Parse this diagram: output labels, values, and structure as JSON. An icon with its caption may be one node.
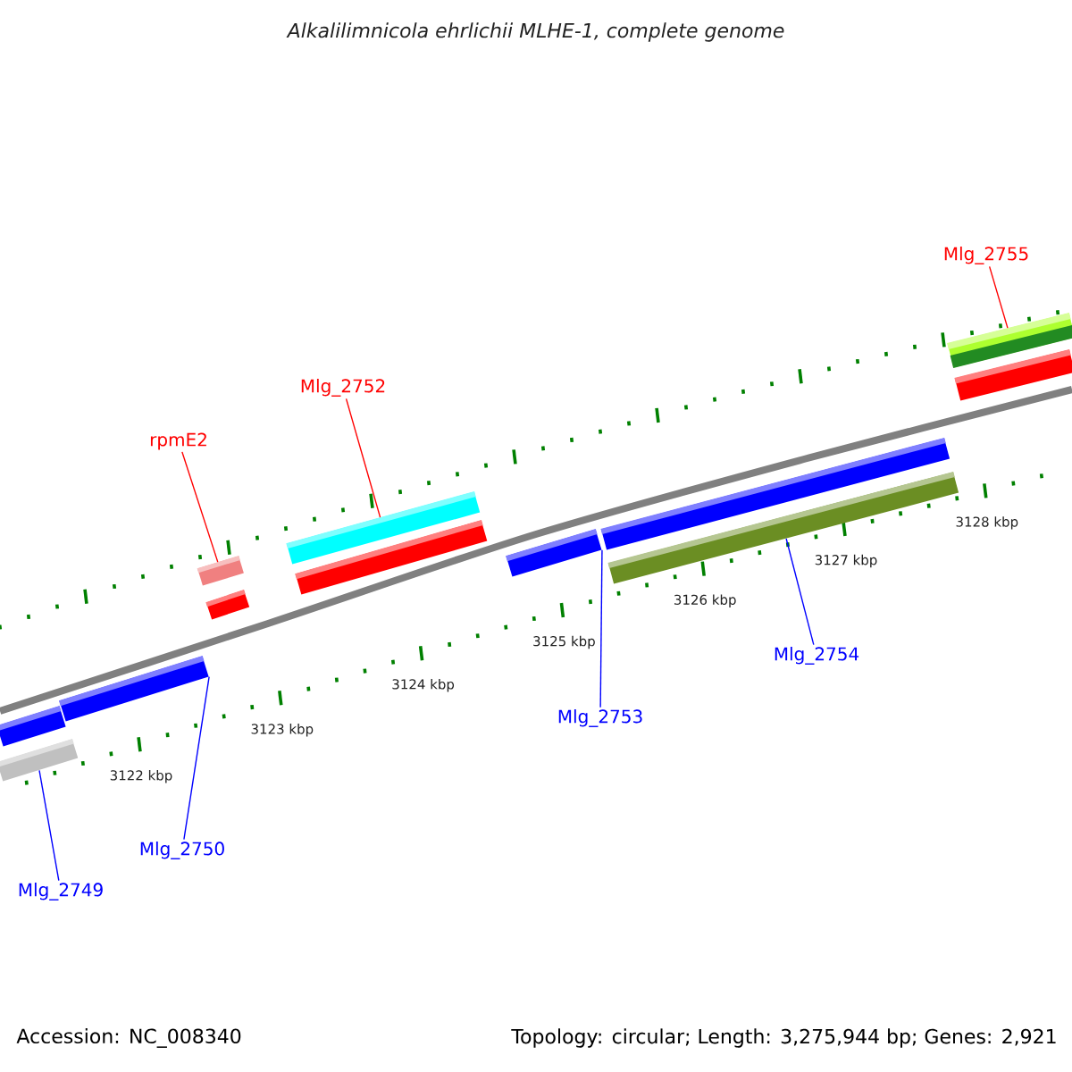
{
  "diagram": {
    "title": "Alkalilimnicola ehrlichii MLHE-1, complete genome",
    "nodes": [
      {
        "text": [],
        "shape": "bar"
      },
      {
        "text": [],
        "shape": "bar"
      },
      {
        "text": [],
        "shape": "bar"
      },
      {
        "text": [],
        "shape": "bar"
      },
      {
        "text": [],
        "shape": "bar"
      },
      {
        "text": [],
        "shape": "bar"
      },
      {
        "text": [],
        "shape": "bar"
      },
      {
        "text": [],
        "shape": "bar"
      },
      {
        "text": [],
        "shape": "bar"
      },
      {
        "text": [],
        "shape": "bar"
      },
      {
        "text": [],
        "shape": "bar"
      },
      {
        "text": [],
        "shape": "bar"
      },
      {
        "text": [
          "Mlg_2755"
        ]
      },
      {
        "text": [
          "Mlg_2752"
        ]
      },
      {
        "text": [
          "rpmE2"
        ]
      },
      {
        "text": [
          "Mlg_2754"
        ]
      },
      {
        "text": [
          "Mlg_2753"
        ]
      },
      {
        "text": [
          "Mlg_2750"
        ]
      },
      {
        "text": [
          "Mlg_2749"
        ]
      }
    ],
    "edges": [
      {
        "from": 12,
        "to": 10,
        "arrow": "none",
        "color": "#ff0000"
      },
      {
        "from": 13,
        "to": 5,
        "arrow": "none",
        "color": "#ff0000"
      },
      {
        "from": 14,
        "to": 3,
        "arrow": "none",
        "color": "#ff0000"
      },
      {
        "from": 15,
        "to": 9,
        "arrow": "none"
      },
      {
        "from": 16,
        "to": 7,
        "arrow": "none"
      },
      {
        "from": 17,
        "to": 2,
        "arrow": "none"
      },
      {
        "from": 18,
        "to": 0,
        "arrow": "none"
      }
    ],
    "labels": [
      "3122 kbp",
      "3123 kbp",
      "3124 kbp",
      "3125 kbp",
      "3126 kbp",
      "3127 kbp",
      "3128 kbp",
      "Accession: NC_008340",
      "Topology: circular; Length: 3,275,944 bp; Genes: 2,921"
    ]
  }
}
